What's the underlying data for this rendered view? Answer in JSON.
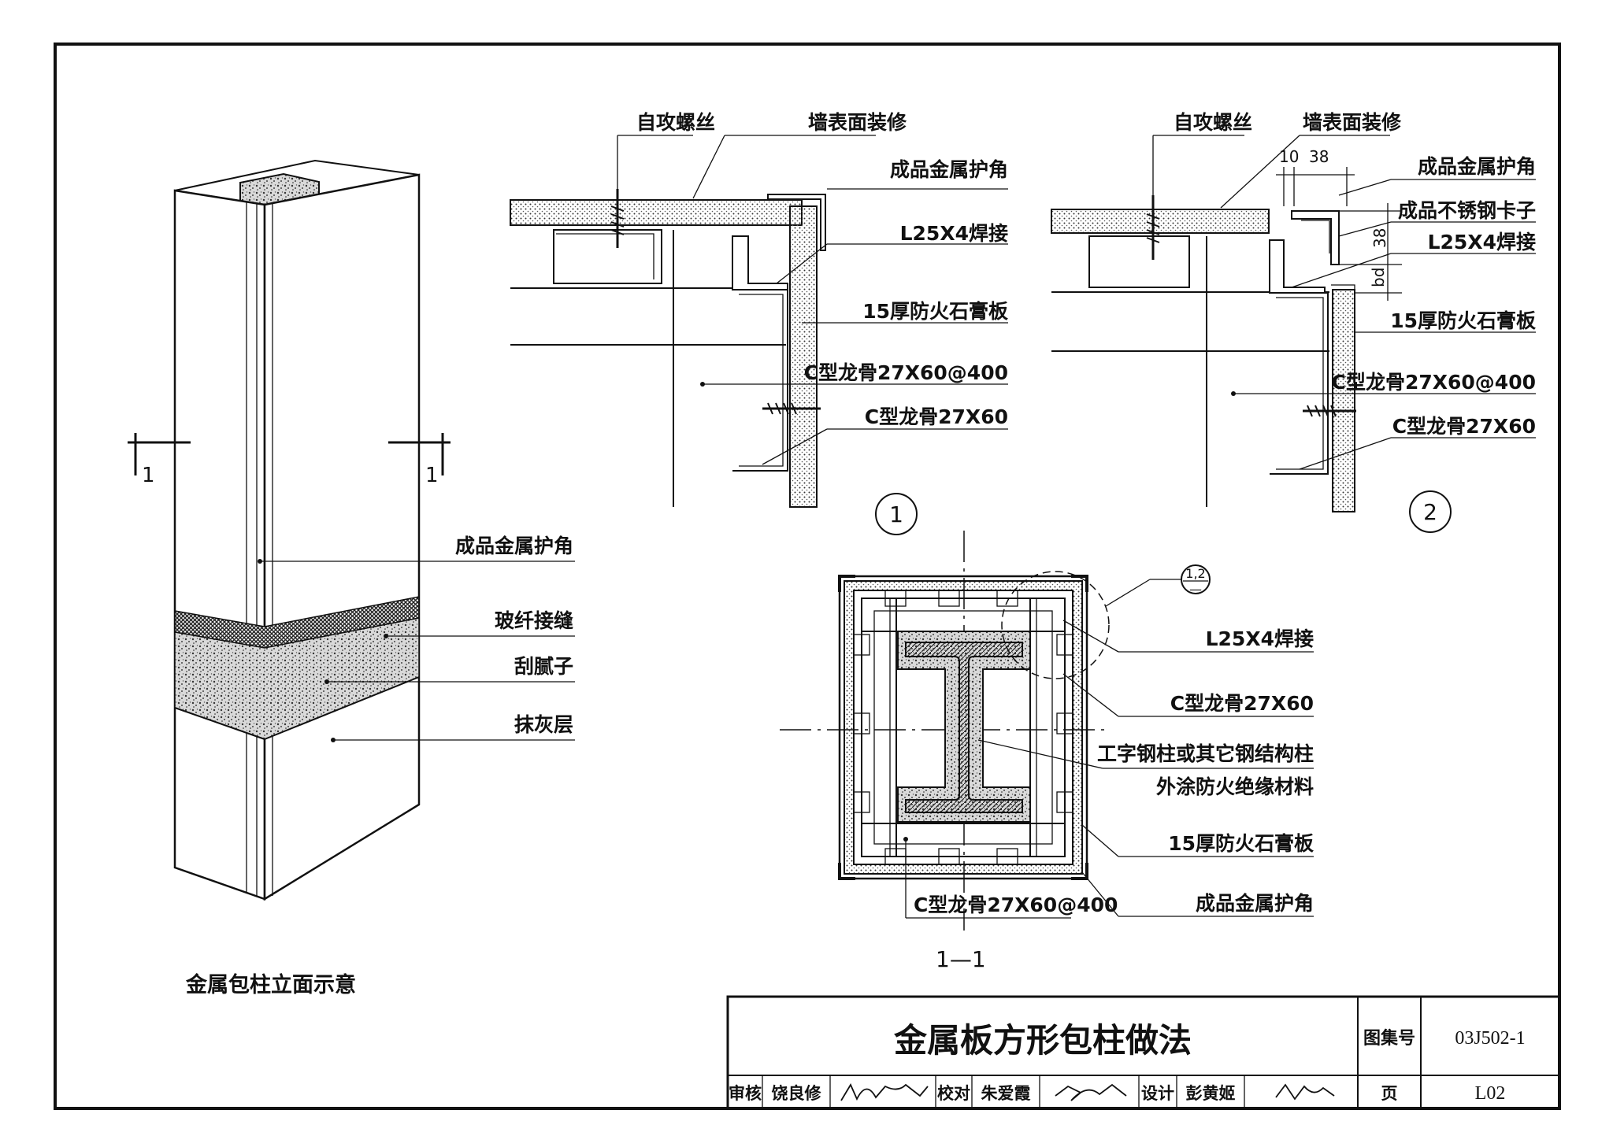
{
  "elevation": {
    "caption": "金属包柱立面示意",
    "section_mark_left": "1",
    "section_mark_right": "1",
    "labels": [
      "成品金属护角",
      "玻纤接缝",
      "刮腻子",
      "抹灰层"
    ]
  },
  "detail1": {
    "number": "1",
    "labels": [
      "自攻螺丝",
      "墙表面装修",
      "成品金属护角",
      "L25X4焊接",
      "15厚防火石膏板",
      "C型龙骨27X60@400",
      "C型龙骨27X60"
    ]
  },
  "detail2": {
    "number": "2",
    "labels": [
      "自攻螺丝",
      "墙表面装修",
      "成品金属护角",
      "成品不锈钢卡子",
      "L25X4焊接",
      "15厚防火石膏板",
      "C型龙骨27X60@400",
      "C型龙骨27X60"
    ],
    "dims": [
      "10",
      "38",
      "38",
      "bd"
    ]
  },
  "section": {
    "caption": "1—1",
    "ref_top": "1,2",
    "ref_bottom": "—",
    "labels": [
      "L25X4焊接",
      "C型龙骨27X60",
      "工字钢柱或其它钢结构柱",
      "外涂防火绝缘材料",
      "15厚防火石膏板",
      "成品金属护角",
      "C型龙骨27X60@400"
    ]
  },
  "title_block": {
    "title": "金属板方形包柱做法",
    "atlas_label": "图集号",
    "atlas_no": "03J502-1",
    "review_label": "审核",
    "reviewer": "饶良修",
    "check_label": "校对",
    "checker": "朱爱霞",
    "design_label": "设计",
    "designer": "彭黄姬",
    "page_label": "页",
    "page_no": "L02"
  }
}
